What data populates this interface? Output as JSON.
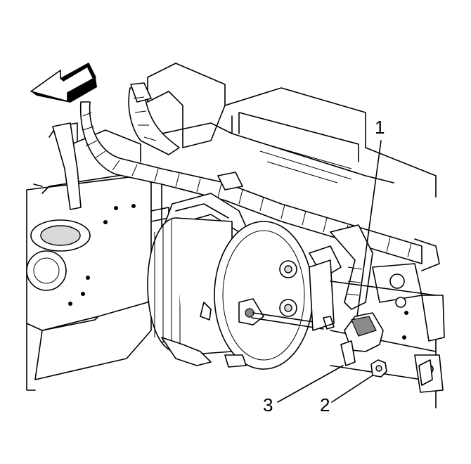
{
  "callouts": [
    {
      "label": "1"
    },
    {
      "label": "2"
    },
    {
      "label": "3"
    }
  ],
  "colors": {
    "line": "#000000",
    "background": "#ffffff",
    "shade": "#d9d9d9"
  }
}
